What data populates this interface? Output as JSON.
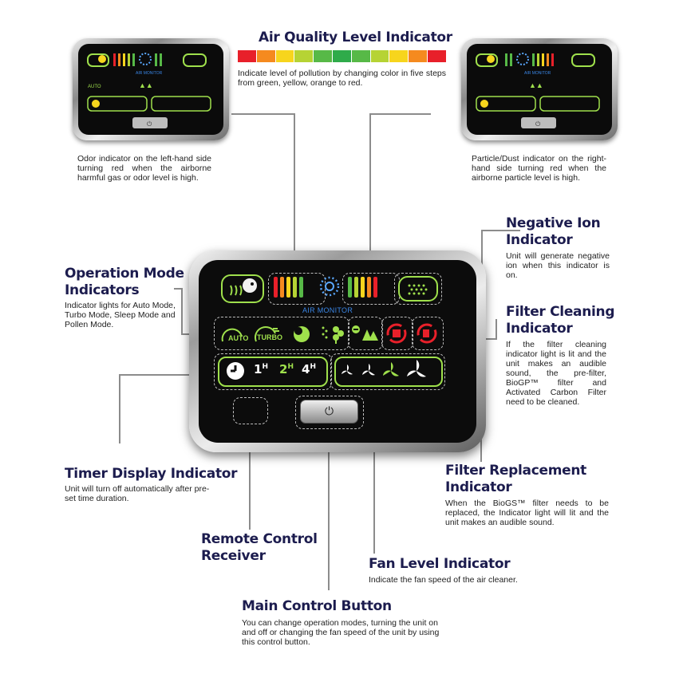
{
  "air_quality": {
    "title": "Air Quality Level Indicator",
    "desc": "Indicate level of pollution by changing color in five steps from green, yellow, orange to red.",
    "scale_colors": [
      "#e8202a",
      "#f58a1f",
      "#f7d51d",
      "#b6d334",
      "#57b947",
      "#2fab4a",
      "#57b947",
      "#b6d334",
      "#f7d51d",
      "#f58a1f",
      "#e8202a"
    ]
  },
  "odor": {
    "desc": "Odor indicator on the left-hand side turning red when the airborne harmful gas or odor level is high."
  },
  "particle": {
    "desc": "Particle/Dust indicator on the right-hand side turning red when the airborne particle level is high."
  },
  "negative_ion": {
    "title_1": "Negative Ion",
    "title_2": "Indicator",
    "desc": "Unit will generate negative ion when this indicator is on."
  },
  "operation_mode": {
    "title_1": "Operation Mode",
    "title_2": "Indicators",
    "desc": "Indicator lights for Auto Mode, Turbo Mode, Sleep Mode and Pollen Mode."
  },
  "filter_cleaning": {
    "title_1": "Filter Cleaning",
    "title_2": "Indicator",
    "desc": "If the filter cleaning indicator light is lit and the unit makes an audible sound, the pre-filter, BioGP™ filter and Activated Carbon Filter need to be cleaned."
  },
  "timer": {
    "title": "Timer Display Indicator",
    "desc": "Unit will turn off automatically after pre-set time duration."
  },
  "filter_replacement": {
    "title_1": "Filter Replacement",
    "title_2": "Indicator",
    "desc": "When the BioGS™ filter needs to be replaced, the Indicator light will lit and the unit makes an audible sound."
  },
  "remote": {
    "title_1": "Remote Control",
    "title_2": "Receiver"
  },
  "fan_level": {
    "title": "Fan Level Indicator",
    "desc": "Indicate the fan speed of the air cleaner."
  },
  "main_button": {
    "title": "Main Control Button",
    "desc": "You can change operation modes, turning the unit on and off or changing the fan speed of the unit by using this control button."
  },
  "device": {
    "label": "AIR MONITOR",
    "auto": "AUTO",
    "turbo": "TURBO",
    "timer_1": "1",
    "timer_2": "2",
    "timer_4": "4",
    "hour_unit": "H",
    "power_icon": "power-icon",
    "odor_bar_colors": [
      "#e8202a",
      "#f58a1f",
      "#f7d51d",
      "#b6d334",
      "#57b947"
    ],
    "particle_bar_colors": [
      "#57b947",
      "#b6d334",
      "#f7d51d",
      "#f58a1f",
      "#e8202a"
    ]
  }
}
